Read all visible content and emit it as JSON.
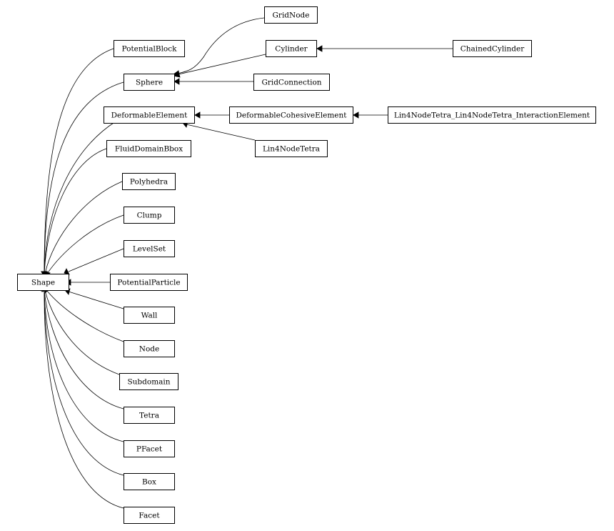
{
  "diagram": {
    "nodes": {
      "shape": "Shape",
      "potential_block": "PotentialBlock",
      "sphere": "Sphere",
      "deformable_element": "DeformableElement",
      "fluid_domain_bbox": "FluidDomainBbox",
      "polyhedra": "Polyhedra",
      "clump": "Clump",
      "level_set": "LevelSet",
      "potential_particle": "PotentialParticle",
      "wall": "Wall",
      "node": "Node",
      "subdomain": "Subdomain",
      "tetra": "Tetra",
      "pfacet": "PFacet",
      "box": "Box",
      "facet": "Facet",
      "grid_node": "GridNode",
      "cylinder": "Cylinder",
      "grid_connection": "GridConnection",
      "deformable_cohesive_element": "DeformableCohesiveElement",
      "lin4_node_tetra": "Lin4NodeTetra",
      "chained_cylinder": "ChainedCylinder",
      "lin4_interaction_element": "Lin4NodeTetra_Lin4NodeTetra_InteractionElement"
    },
    "edges": [
      {
        "from": "potential_block",
        "to": "shape"
      },
      {
        "from": "sphere",
        "to": "shape"
      },
      {
        "from": "deformable_element",
        "to": "shape"
      },
      {
        "from": "fluid_domain_bbox",
        "to": "shape"
      },
      {
        "from": "polyhedra",
        "to": "shape"
      },
      {
        "from": "clump",
        "to": "shape"
      },
      {
        "from": "level_set",
        "to": "shape"
      },
      {
        "from": "potential_particle",
        "to": "shape"
      },
      {
        "from": "wall",
        "to": "shape"
      },
      {
        "from": "node",
        "to": "shape"
      },
      {
        "from": "subdomain",
        "to": "shape"
      },
      {
        "from": "tetra",
        "to": "shape"
      },
      {
        "from": "pfacet",
        "to": "shape"
      },
      {
        "from": "box",
        "to": "shape"
      },
      {
        "from": "facet",
        "to": "shape"
      },
      {
        "from": "grid_node",
        "to": "sphere"
      },
      {
        "from": "cylinder",
        "to": "sphere"
      },
      {
        "from": "grid_connection",
        "to": "sphere"
      },
      {
        "from": "chained_cylinder",
        "to": "cylinder"
      },
      {
        "from": "deformable_cohesive_element",
        "to": "deformable_element"
      },
      {
        "from": "lin4_node_tetra",
        "to": "deformable_element"
      },
      {
        "from": "lin4_interaction_element",
        "to": "deformable_cohesive_element"
      }
    ]
  }
}
